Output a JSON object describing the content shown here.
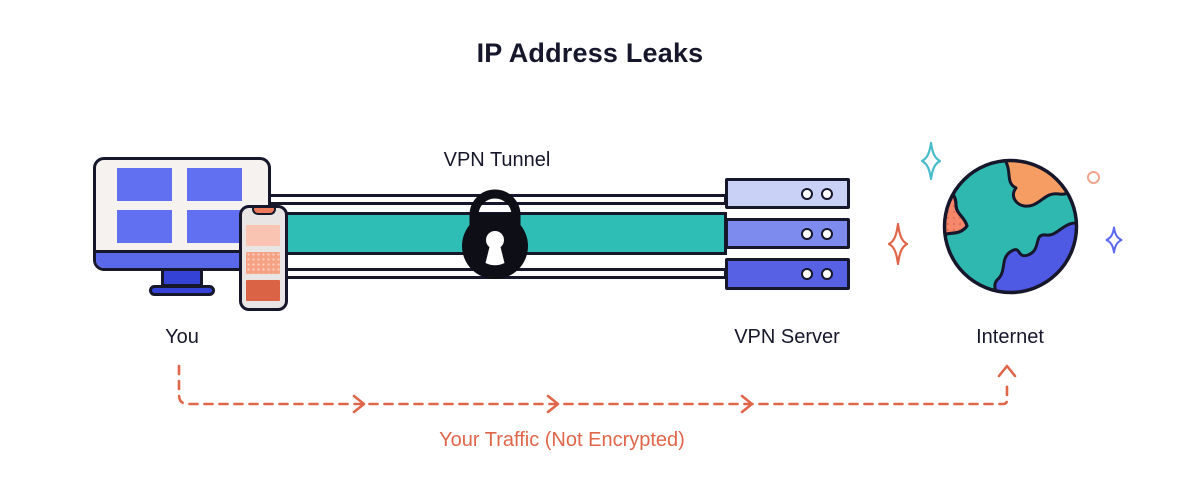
{
  "header": {
    "title": "IP Address Leaks"
  },
  "diagram": {
    "nodes": [
      {
        "id": "you",
        "label": "You"
      },
      {
        "id": "vpn-tunnel",
        "label": "VPN Tunnel"
      },
      {
        "id": "vpn-server",
        "label": "VPN Server"
      },
      {
        "id": "internet",
        "label": "Internet"
      }
    ],
    "flow": {
      "label": "Your Traffic (Not Encrypted)"
    },
    "icons": [
      "monitor-icon",
      "smartphone-icon",
      "padlock-icon",
      "server-stack-icon",
      "globe-icon",
      "sparkle-icon",
      "dashed-arrow-path"
    ]
  },
  "palette": {
    "ink": "#17172B",
    "teal": "#2FBEB6",
    "coral": "#E0664A",
    "royal": "#3443D6",
    "stripblue": "#5A68EA",
    "tileblue": "#6170F1",
    "screenbg": "#F6F2F0",
    "phonebg": "#EAE5E5",
    "peach1": "#F9C4B2",
    "peach2": "#F5A184",
    "peachdot": "#FBD4C4",
    "peach3": "#DA6245",
    "coralmid2": "#ED7A5B",
    "srv1": "#C9D1F7",
    "srv2": "#7D8BEF",
    "srv3": "#5661E3",
    "globeteal": "#2EB8B0",
    "globeorange": "#F59D62",
    "globecoral": "#F5876B",
    "globeblue": "#4F5AE4",
    "sparkteal": "#49BCC9",
    "sparkblue": "#5A67F2",
    "ring": "#F2A68F"
  }
}
